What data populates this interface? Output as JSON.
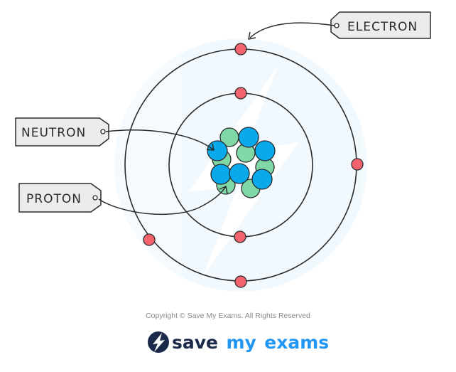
{
  "labels": {
    "electron": "ELECTRON",
    "neutron": "NEUTRON",
    "proton": "PROTON"
  },
  "footer": {
    "copyright": "Copyright © Save My Exams. All Rights Reserved",
    "logo_word_1": "save",
    "logo_word_2": "my",
    "logo_word_3": "exams"
  },
  "colors": {
    "electron": "#f4626e",
    "proton": "#0aa9ec",
    "neutron": "#7fd8a6",
    "orbit": "#2b2b2b",
    "tag_fill": "#ececec",
    "logo_dark": "#1b2a4a",
    "logo_blue": "#2196f3"
  }
}
